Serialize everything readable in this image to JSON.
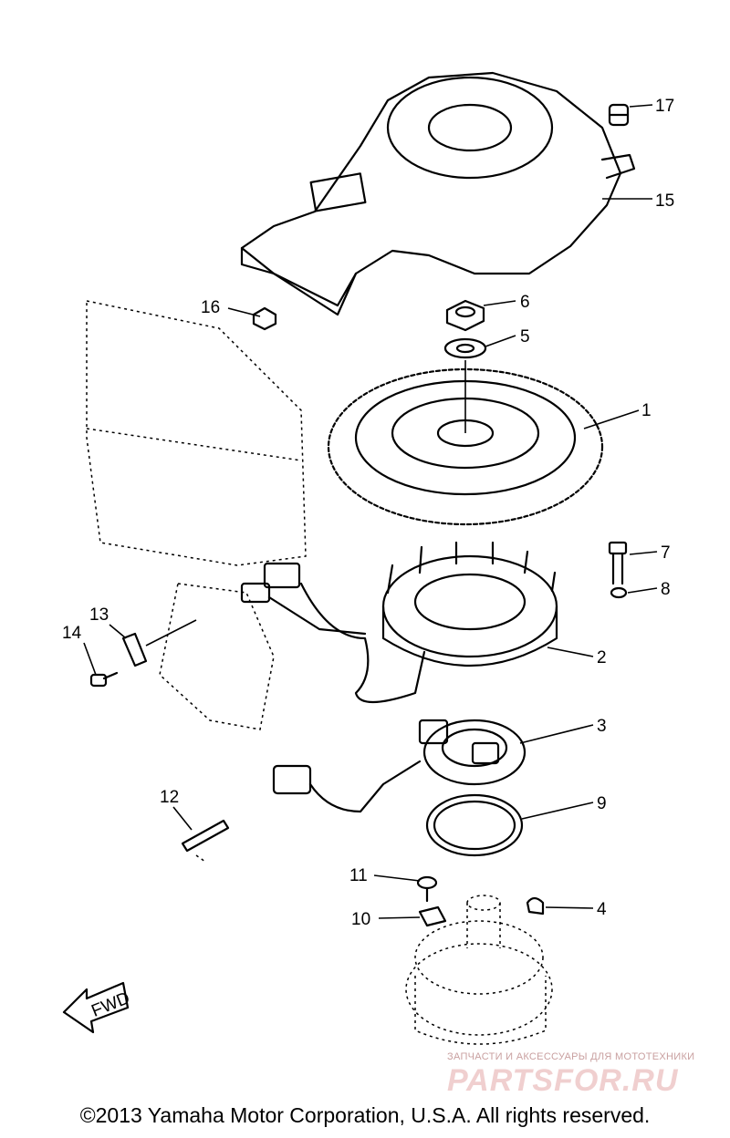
{
  "callouts": {
    "c1": "1",
    "c2": "2",
    "c3": "3",
    "c4": "4",
    "c5": "5",
    "c6": "6",
    "c7": "7",
    "c8": "8",
    "c9": "9",
    "c10": "10",
    "c11": "11",
    "c12": "12",
    "c13": "13",
    "c14": "14",
    "c15": "15",
    "c16": "16",
    "c17": "17"
  },
  "fwd_label": "FWD",
  "watermark": {
    "subtitle": "ЗАПЧАСТИ И АКСЕССУАРЫ ДЛЯ МОТОТЕХНИКИ",
    "logo": "PARTSFOR.RU"
  },
  "copyright": "©2013 Yamaha Motor Corporation, U.S.A. All rights reserved.",
  "colors": {
    "line": "#000000",
    "watermark": "#e8b8b8",
    "background": "#ffffff"
  }
}
